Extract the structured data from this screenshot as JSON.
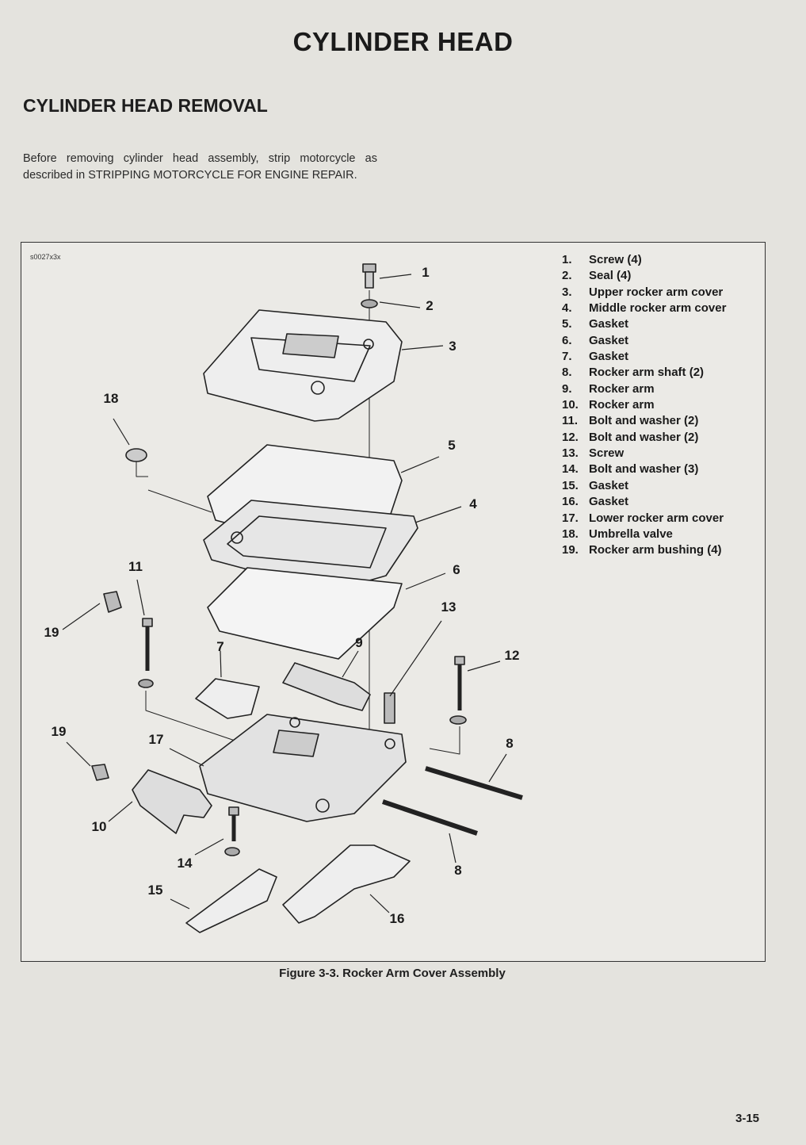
{
  "page": {
    "title": "CYLINDER HEAD",
    "section_title": "CYLINDER HEAD REMOVAL",
    "intro": "Before removing cylinder head assembly, strip motorcycle as described in STRIPPING MOTORCYCLE FOR ENGINE REPAIR.",
    "page_number": "3-15"
  },
  "figure": {
    "id": "s0027x3x",
    "caption": "Figure 3-3. Rocker Arm Cover Assembly",
    "callouts": [
      "1",
      "2",
      "3",
      "18",
      "5",
      "4",
      "11",
      "6",
      "13",
      "19",
      "7",
      "9",
      "12",
      "19",
      "17",
      "8",
      "10",
      "14",
      "8",
      "15",
      "16"
    ],
    "legend": [
      {
        "num": "1.",
        "text": "Screw (4)"
      },
      {
        "num": "2.",
        "text": "Seal (4)"
      },
      {
        "num": "3.",
        "text": "Upper rocker arm cover"
      },
      {
        "num": "4.",
        "text": "Middle rocker arm cover"
      },
      {
        "num": "5.",
        "text": "Gasket"
      },
      {
        "num": "6.",
        "text": "Gasket"
      },
      {
        "num": "7.",
        "text": "Gasket"
      },
      {
        "num": "8.",
        "text": "Rocker arm shaft (2)"
      },
      {
        "num": "9.",
        "text": "Rocker arm"
      },
      {
        "num": "10.",
        "text": "Rocker arm"
      },
      {
        "num": "11.",
        "text": "Bolt and washer (2)"
      },
      {
        "num": "12.",
        "text": "Bolt and washer (2)"
      },
      {
        "num": "13.",
        "text": "Screw"
      },
      {
        "num": "14.",
        "text": "Bolt and washer (3)"
      },
      {
        "num": "15.",
        "text": "Gasket"
      },
      {
        "num": "16.",
        "text": "Gasket"
      },
      {
        "num": "17.",
        "text": "Lower rocker arm cover"
      },
      {
        "num": "18.",
        "text": "Umbrella valve"
      },
      {
        "num": "19.",
        "text": "Rocker arm bushing (4)"
      }
    ]
  }
}
